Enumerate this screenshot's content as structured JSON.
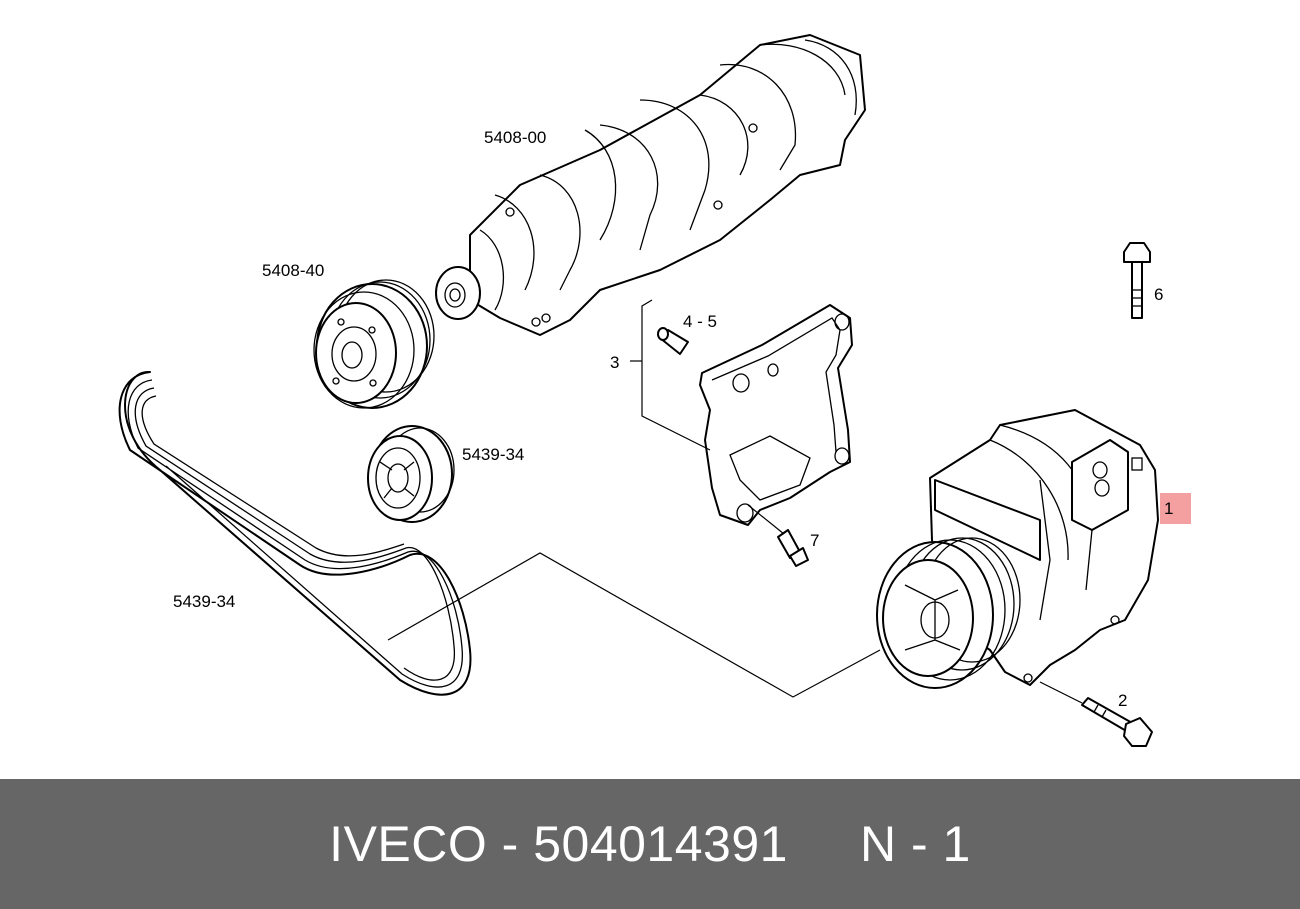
{
  "callouts": {
    "crankshaft": "5408-00",
    "pulley": "5408-40",
    "idler": "5439-34",
    "belt": "5439-34",
    "bracket": "3",
    "dowel": "4 - 5",
    "bracket_bolt": "7",
    "top_bolt": "6",
    "compressor": "1",
    "compressor_bolt": "2"
  },
  "footer": {
    "brand": "IVECO",
    "separator1": " - ",
    "part_number": "504014391",
    "gap": "     ",
    "position_prefix": "N",
    "separator2": " - ",
    "position_number": "1"
  },
  "colors": {
    "footer_bg": "#666666",
    "highlight": "#f4a0a0"
  }
}
